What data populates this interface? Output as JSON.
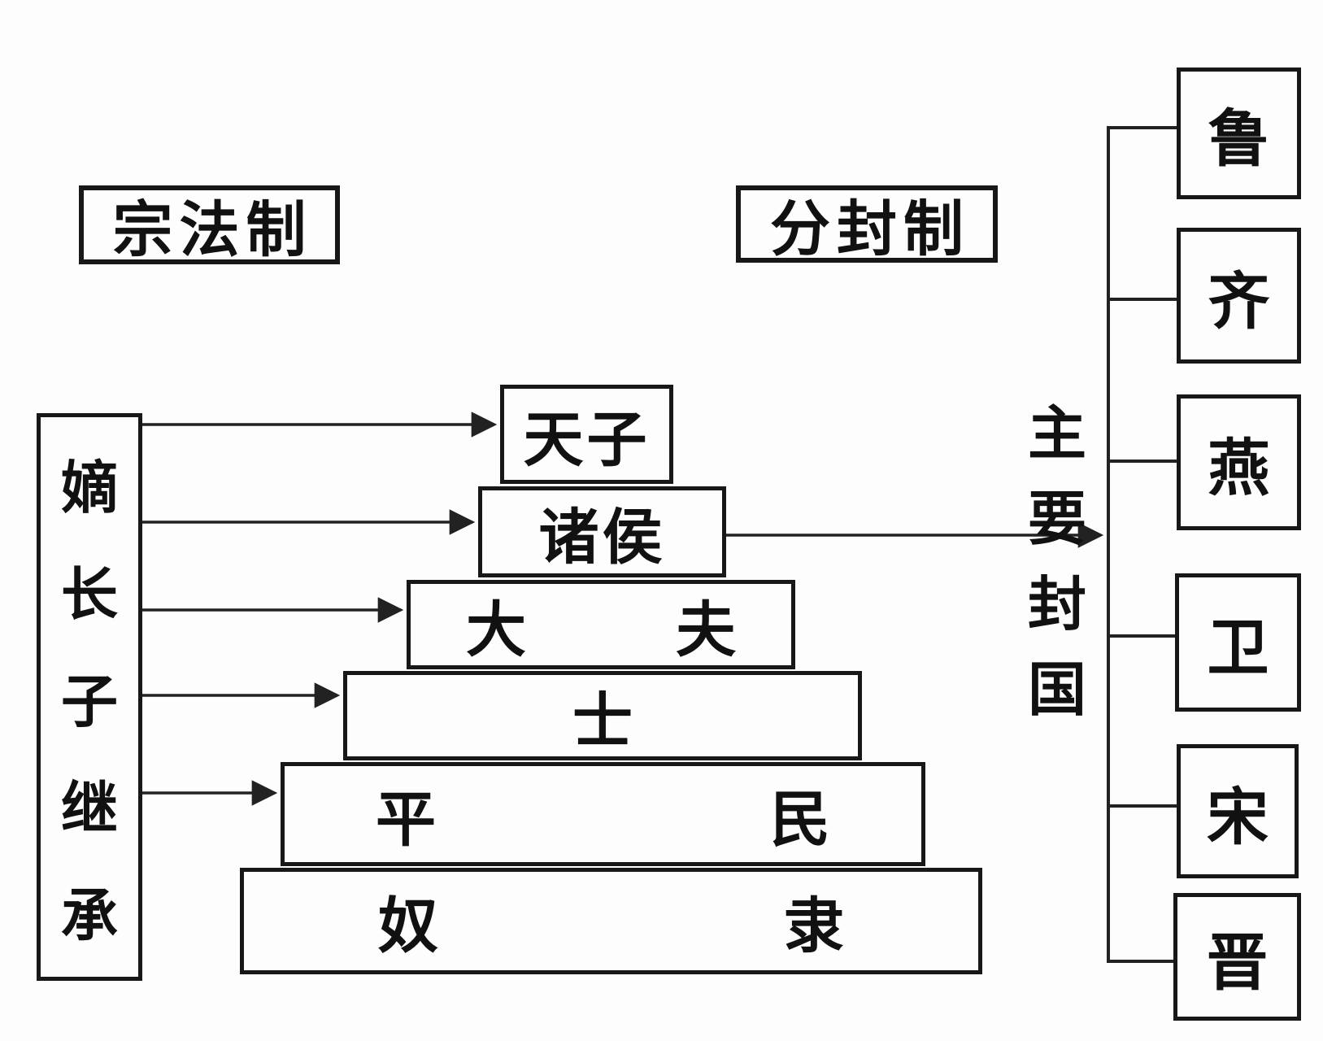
{
  "diagram": {
    "left_title": "宗法制",
    "right_title": "分封制",
    "inheritance_rule": "嫡长子继承",
    "pyramid_levels": [
      {
        "label": "天子"
      },
      {
        "label": "诸侯"
      },
      {
        "label": "大夫"
      },
      {
        "label": "士"
      },
      {
        "label": "平民"
      },
      {
        "label": "奴隶"
      }
    ],
    "vassal_states_label": "主要封国",
    "vassal_states": [
      {
        "name": "鲁"
      },
      {
        "name": "齐"
      },
      {
        "name": "燕"
      },
      {
        "name": "卫"
      },
      {
        "name": "宋"
      },
      {
        "name": "晋"
      }
    ],
    "colors": {
      "line": "#222222",
      "background": "#fdfdfd"
    }
  }
}
